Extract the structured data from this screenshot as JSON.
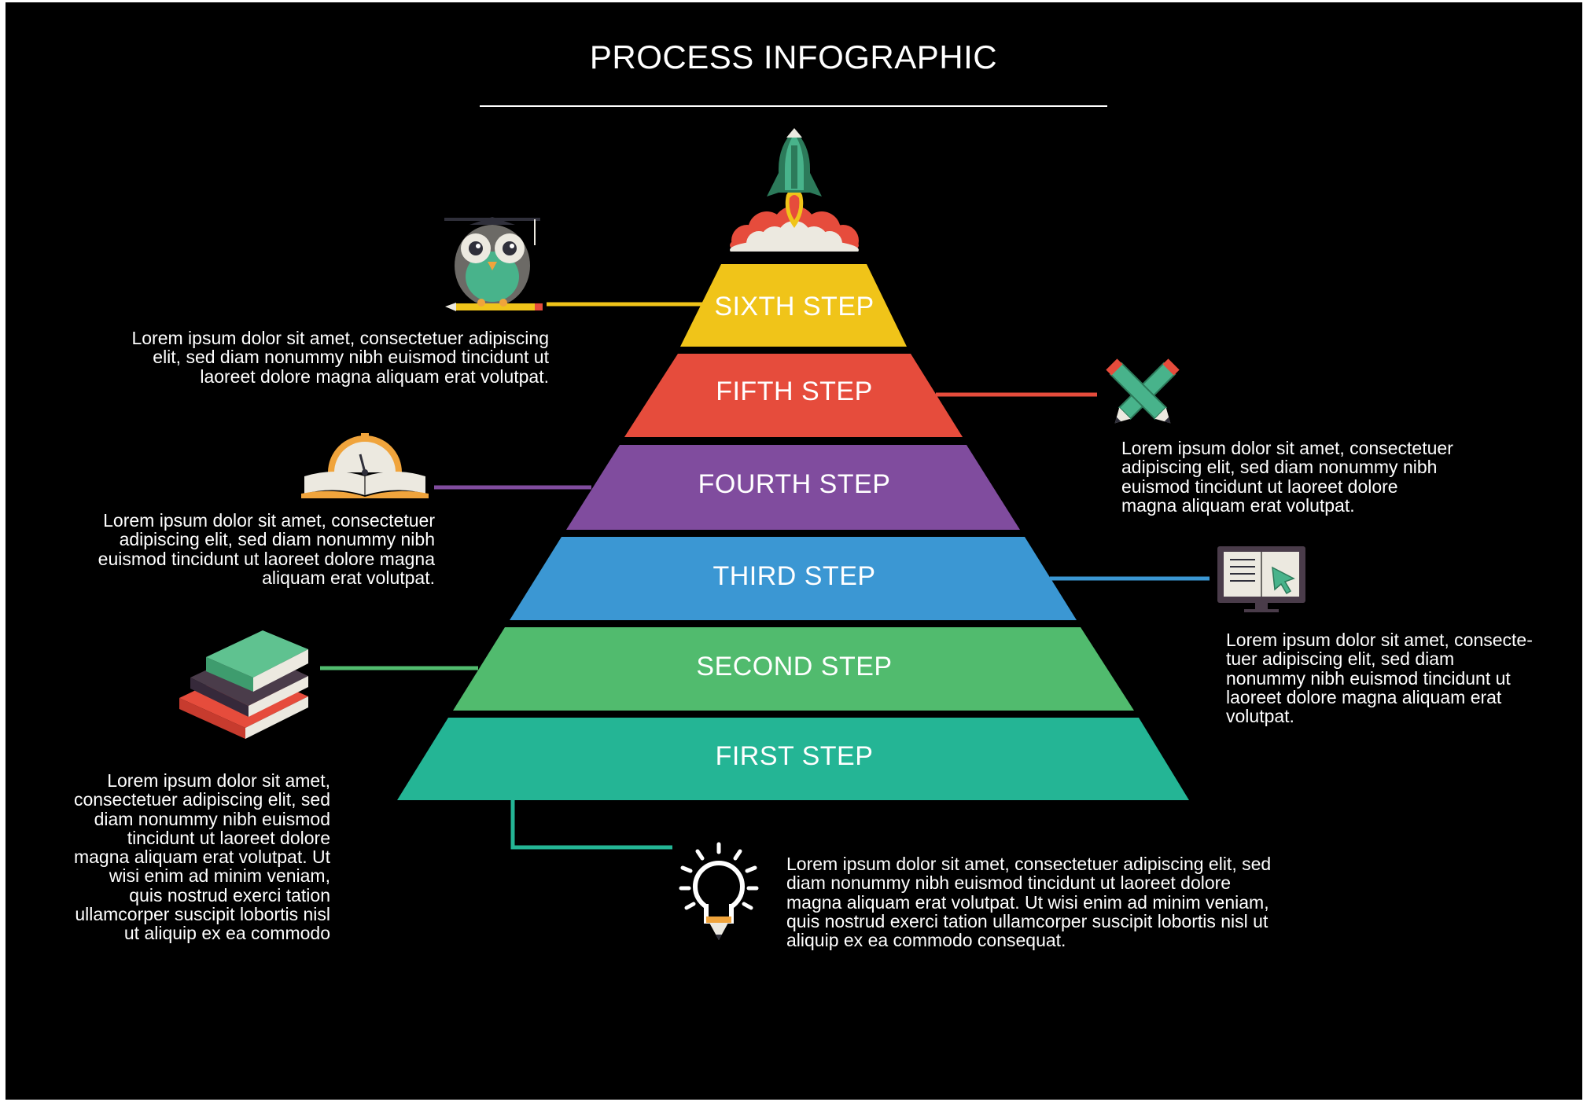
{
  "title": "PROCESS INFOGRAPHIC",
  "colors": {
    "background": "#000000",
    "title_rule": "#ffffff",
    "sixth": "#F0C419",
    "fifth": "#E64C3C",
    "fourth": "#804C9E",
    "third": "#3B97D3",
    "second": "#51BB6E",
    "first": "#24B595"
  },
  "steps": [
    {
      "id": "sixth",
      "label": "SIXTH STEP",
      "icon": "owl-graduate-icon",
      "description": "Lorem ipsum dolor sit amet, consectetuer adipiscing\nelit, sed diam nonummy nibh euismod tincidunt ut\nlaoreet dolore magna aliquam erat volutpat."
    },
    {
      "id": "fifth",
      "label": "FIFTH STEP",
      "icon": "crossed-pencils-icon",
      "description": "Lorem ipsum dolor sit amet, consectetuer\nadipiscing elit, sed diam nonummy nibh\neuismod tincidunt ut laoreet dolore\nmagna aliquam erat volutpat."
    },
    {
      "id": "fourth",
      "label": "FOURTH STEP",
      "icon": "book-clock-icon",
      "description": "Lorem ipsum dolor sit amet, consectetuer\nadipiscing elit, sed diam nonummy nibh\neuismod tincidunt ut laoreet dolore magna\naliquam erat volutpat."
    },
    {
      "id": "third",
      "label": "THIRD STEP",
      "icon": "monitor-book-icon",
      "description": "Lorem ipsum dolor sit amet, consecte-\ntuer adipiscing elit, sed diam\nnonummy nibh euismod tincidunt ut\nlaoreet dolore magna aliquam erat\nvolutpat."
    },
    {
      "id": "second",
      "label": "SECOND STEP",
      "icon": "book-stack-icon",
      "description": "Lorem ipsum dolor sit amet,\nconsectetuer adipiscing elit, sed\ndiam nonummy nibh euismod\ntincidunt ut laoreet dolore\nmagna aliquam erat volutpat. Ut\nwisi enim ad minim veniam,\nquis nostrud exerci tation\nullamcorper suscipit lobortis nisl\nut aliquip ex ea commodo"
    },
    {
      "id": "first",
      "label": "FIRST STEP",
      "icon": "lightbulb-icon",
      "description": "Lorem ipsum dolor sit amet, consectetuer adipiscing elit, sed\ndiam nonummy nibh euismod tincidunt ut laoreet dolore\nmagna aliquam erat volutpat. Ut wisi enim ad minim veniam,\nquis nostrud exerci tation ullamcorper suscipit lobortis nisl ut\naliquip ex ea commodo consequat."
    }
  ],
  "apex_icon": "rocket-icon"
}
